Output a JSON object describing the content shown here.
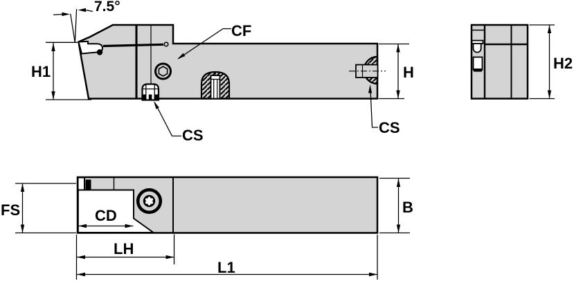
{
  "drawing": {
    "colors": {
      "background": "#ffffff",
      "body_fill": "#d4d4d4",
      "line": "#000000",
      "pocket_fill": "#ffffff"
    },
    "side_view": {
      "angle": "7.5°",
      "h1": "H1",
      "h": "H",
      "cf": "CF",
      "cs_front": "CS",
      "cs_end": "CS"
    },
    "end_view": {
      "h2": "H2"
    },
    "top_view": {
      "fs": "FS",
      "cd": "CD",
      "lh": "LH",
      "l1": "L1",
      "b": "B"
    }
  }
}
